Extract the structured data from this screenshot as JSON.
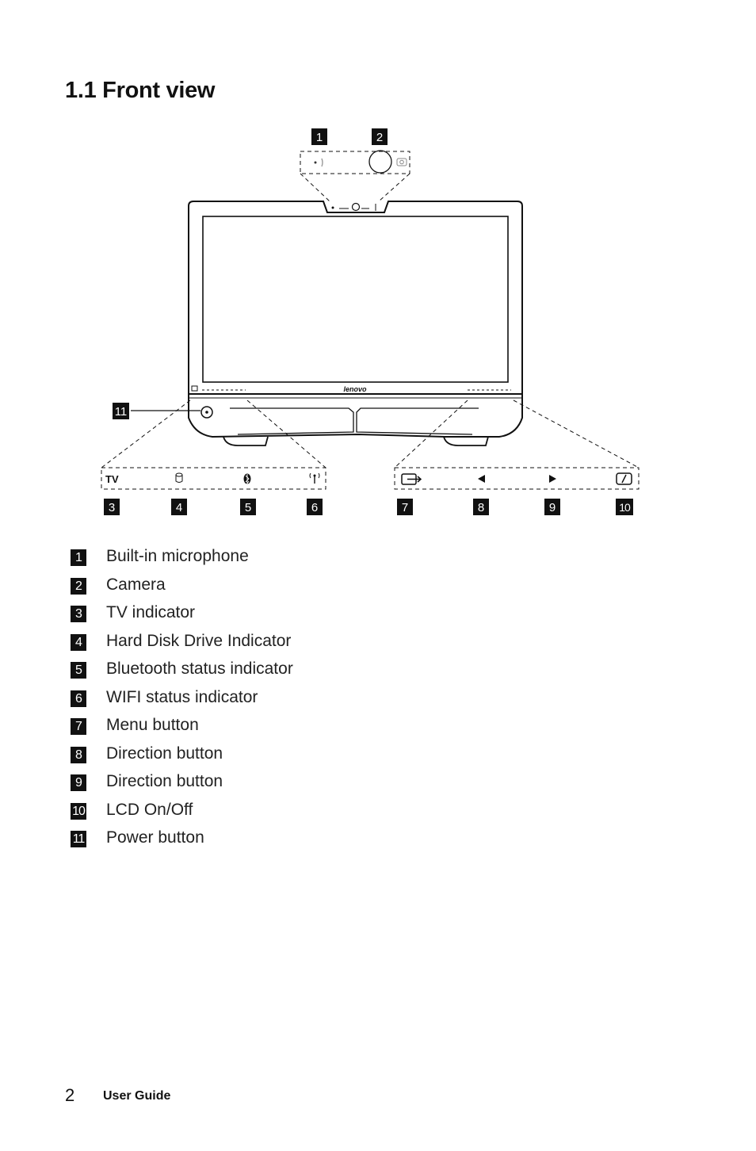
{
  "heading": "1.1 Front view",
  "callout_numbers": [
    "1",
    "2",
    "3",
    "4",
    "5",
    "6",
    "7",
    "8",
    "9",
    "10",
    "11"
  ],
  "diagram": {
    "brand_logo": "lenovo",
    "tv_indicator_glyph": "TV"
  },
  "legend": [
    {
      "num": "1",
      "label": "Built-in microphone"
    },
    {
      "num": "2",
      "label": "Camera"
    },
    {
      "num": "3",
      "label": "TV indicator"
    },
    {
      "num": "4",
      "label": "Hard Disk Drive Indicator"
    },
    {
      "num": "5",
      "label": "Bluetooth status indicator"
    },
    {
      "num": "6",
      "label": "WIFI status indicator"
    },
    {
      "num": "7",
      "label": "Menu button"
    },
    {
      "num": "8",
      "label": "Direction button"
    },
    {
      "num": "9",
      "label": "Direction button"
    },
    {
      "num": "10",
      "label": "LCD On/Off"
    },
    {
      "num": "11",
      "label": "Power button"
    }
  ],
  "footer": {
    "page_number": "2",
    "doc_title": "User Guide"
  }
}
